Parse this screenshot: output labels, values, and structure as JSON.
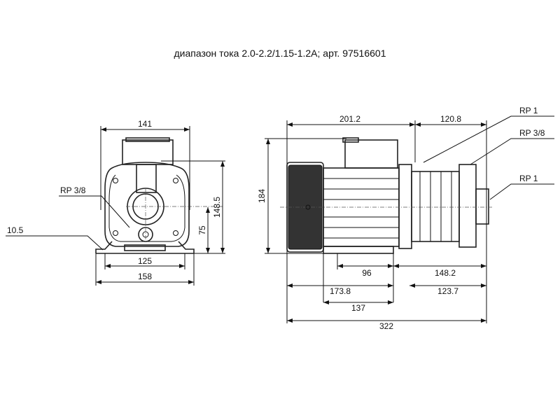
{
  "title": "диапазон тока 2.0-2.2/1.15-1.2A; арт. 97516601",
  "front_view": {
    "width_top": "141",
    "height_total": "148.5",
    "axis_height": "75",
    "foot_holes": "125",
    "base_width": "158",
    "foot_thickness": "10.5",
    "port_label": "RP 3/8"
  },
  "side_view": {
    "motor_length": "201.2",
    "pump_length": "120.8",
    "height": "184",
    "foot_span": "96",
    "foot_to_outlet": "148.2",
    "motor_to_foot": "173.8",
    "foot_to_end": "123.7",
    "foot_offset": "137",
    "total_length": "322",
    "ports": [
      "RP 1",
      "RP 3/8",
      "RP 1"
    ]
  }
}
